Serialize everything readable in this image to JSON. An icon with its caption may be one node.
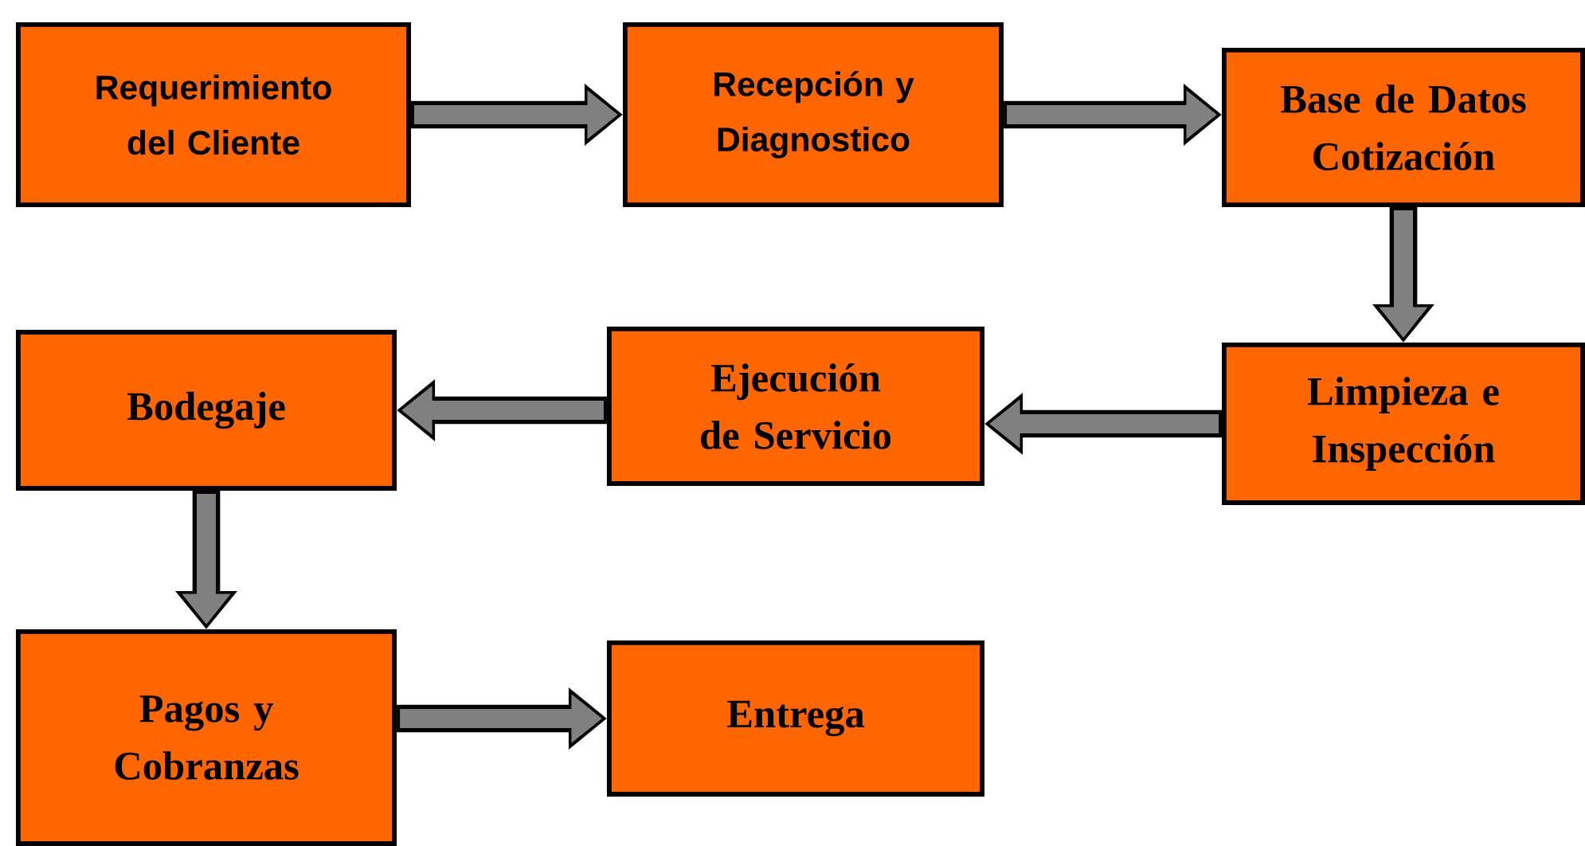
{
  "diagram": {
    "nodes": [
      {
        "text": [
          "Requerimiento del Cliente"
        ]
      },
      {
        "text": [
          "Recepción y Diagnostico"
        ]
      },
      {
        "text": [
          "Base de Datos Cotización"
        ]
      },
      {
        "text": [
          "Limpieza e Inspección"
        ]
      },
      {
        "text": [
          "Ejecución de Servicio"
        ]
      },
      {
        "text": [
          "Bodegaje"
        ]
      },
      {
        "text": [
          "Pagos y Cobranzas"
        ]
      },
      {
        "text": [
          "Entrega"
        ]
      }
    ],
    "edges": [
      {
        "from": 0,
        "to": 1,
        "arrow": "to"
      },
      {
        "from": 1,
        "to": 2,
        "arrow": "to"
      },
      {
        "from": 2,
        "to": 3,
        "arrow": "to"
      },
      {
        "from": 3,
        "to": 4,
        "arrow": "to"
      },
      {
        "from": 4,
        "to": 5,
        "arrow": "to"
      },
      {
        "from": 5,
        "to": 6,
        "arrow": "to"
      },
      {
        "from": 6,
        "to": 7,
        "arrow": "to"
      }
    ]
  }
}
